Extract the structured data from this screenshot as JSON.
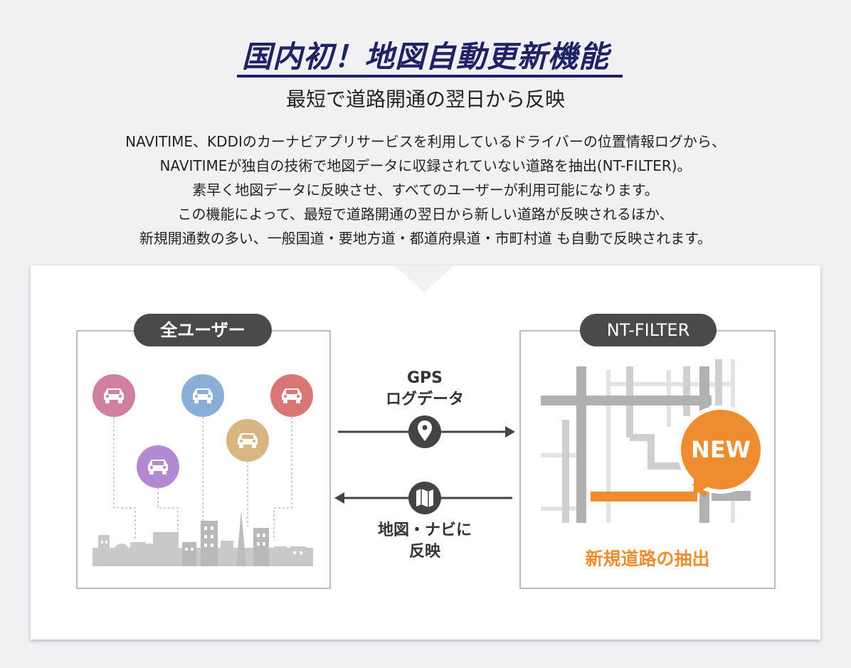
{
  "header": {
    "title": "国内初！地図自動更新機能",
    "subtitle": "最短で道路開通の翌日から反映"
  },
  "description": [
    "NAVITIME、KDDIのカーナビアプリサービスを利用しているドライバーの位置情報ログから、",
    "NAVITIMEが独自の技術で地図データに収録されていない道路を抽出(NT-FILTER)。",
    "素早く地図データに反映させ、すべてのユーザーが利用可能になります。",
    "この機能によって、最短で道路開通の翌日から新しい道路が反映されるほか、",
    "新規開通数の多い、一般国道・要地方道・都道府県道・市町村道 も自動で反映されます。"
  ],
  "diagram": {
    "left_label": "全ユーザー",
    "right_label": "NT-FILTER",
    "arrow_top_line1": "GPS",
    "arrow_top_line2": "ログデータ",
    "arrow_bottom_line1": "地図・ナビに",
    "arrow_bottom_line2": "反映",
    "new_badge": "NEW",
    "extract_label": "新規道路の抽出",
    "arrow_top_icon": "location-pin-icon",
    "arrow_bottom_icon": "map-icon",
    "car_colors": [
      "#cf7f9f",
      "#8aaed6",
      "#d97777",
      "#d8b682",
      "#b389d2"
    ],
    "accent_color": "#ef8c2f",
    "title_color": "#1f2266"
  }
}
